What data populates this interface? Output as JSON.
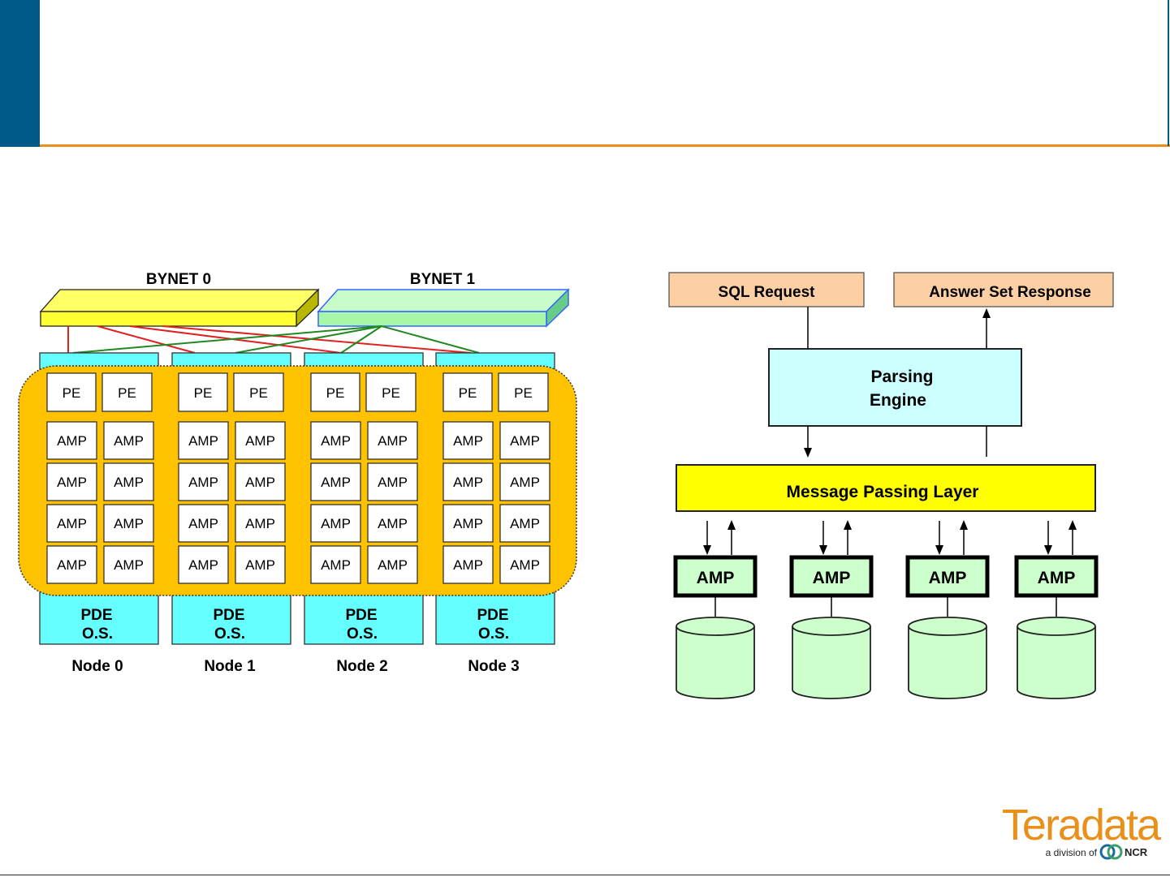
{
  "colors": {
    "header_accent": "#005a87",
    "header_rule": "#e8901a",
    "bynet0": "#ffff33",
    "bynet1": "#a8f7a8",
    "node_fill": "#66ffff",
    "smp_fill": "#ffc200",
    "request_fill": "#fcd0a4",
    "pe_fill": "#ccffff",
    "mpl_fill": "#ffff00",
    "amp_fill": "#ccffcc",
    "brand": "#e8901a",
    "link_red": "#dd2222",
    "link_green": "#228822"
  },
  "left_diagram": {
    "bynet0_label": "BYNET 0",
    "bynet1_label": "BYNET 1",
    "pe_label": "PE",
    "amp_label": "AMP",
    "pde_line1": "PDE",
    "pde_line2": "O.S.",
    "nodes": [
      "Node 0",
      "Node 1",
      "Node 2",
      "Node 3"
    ]
  },
  "right_diagram": {
    "sql_request": "SQL Request",
    "answer_set": "Answer Set Response",
    "parsing_line1": "Parsing",
    "parsing_line2": "Engine",
    "message_layer": "Message Passing Layer",
    "amp_label": "AMP",
    "amp_count": 4
  },
  "logo": {
    "brand": "Teradata",
    "tagline": "a division of",
    "parent": "NCR"
  }
}
